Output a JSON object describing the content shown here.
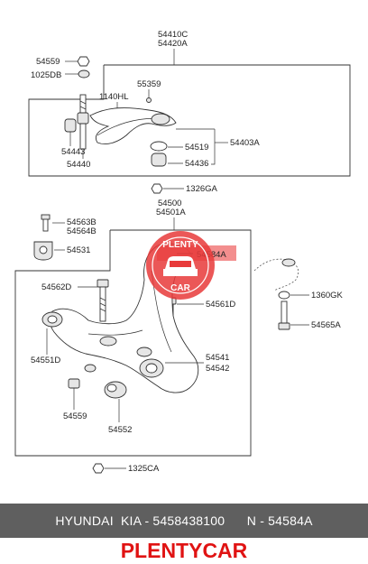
{
  "labels": {
    "upper_arm_assy": "54410C",
    "upper_arm_assy_2": "54420A",
    "nut_top": "54559",
    "washer_top": "1025DB",
    "bolt_fitting": "55359",
    "bolt_1140": "1140HL",
    "bushing_upper": "54443",
    "bolt_upper": "54440",
    "dust_cover": "54519",
    "ball_joint": "54403A",
    "seat_upper": "54436",
    "nut_1326": "1326GA",
    "lower_arm_assy": "54500",
    "lower_arm_assy_2": "54501A",
    "bolt_b": "54563B",
    "bolt_b2": "54564B",
    "bracket": "54531",
    "bushing_target": "54584A",
    "bolt_d": "54562D",
    "bolt_d2": "54561D",
    "nut_1360": "1360GK",
    "bolt_a": "54565A",
    "bushing_front": "54551D",
    "bushing_rear": "54541",
    "bushing_rear_2": "54542",
    "nut_lower": "54559",
    "bushing_small": "54552",
    "nut_bottom": "1325CA"
  },
  "watermark": {
    "top": "PLENTY",
    "bottom": "CAR"
  },
  "footer": {
    "text": "HYUNDAI  KIA - 5458438100      N - 54584A"
  },
  "brand": {
    "name": "PLENTYCAR"
  },
  "colors": {
    "highlight": "#e83a3a",
    "footer_bg": "#5f5f5f",
    "brand": "#e01313"
  }
}
